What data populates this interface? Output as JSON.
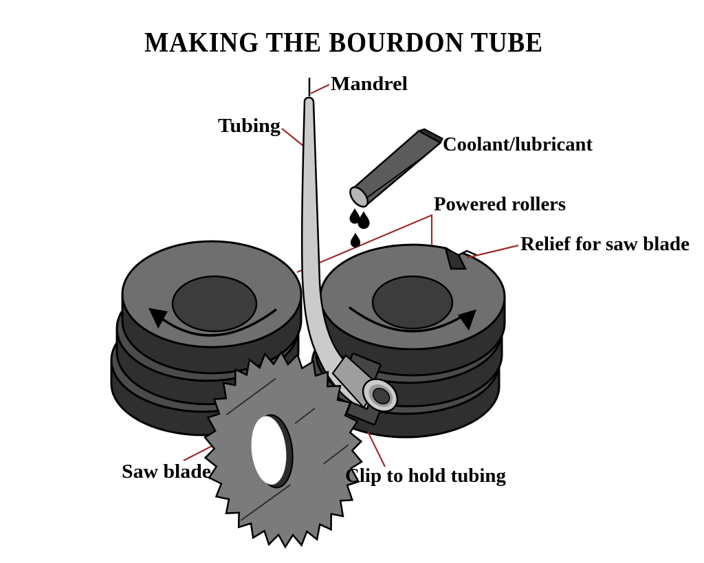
{
  "title": "MAKING THE BOURDON TUBE",
  "labels": {
    "mandrel": "Mandrel",
    "tubing": "Tubing",
    "coolant_lubricant": "Coolant/lubricant",
    "powered_rollers": "Powered rollers",
    "relief_for_saw_blade": "Relief for saw blade",
    "saw_blade": "Saw blade",
    "clip_to_hold_tubing": "Clip to hold tubing"
  },
  "colors": {
    "background": "#ffffff",
    "title": "#1c1c78",
    "label_text": "#000000",
    "leader_line": "#9e2b2b",
    "roller_face": "#6f6f6f",
    "roller_hub": "#3c3c3c",
    "roller_side": "#2f2f2f",
    "roller_sliver": "#4b4b4b",
    "tubing": "#cbcbcb",
    "clip_saddle": "#9e9e9e",
    "clip_tab": "#454545",
    "nozzle_body": "#5b5b5b",
    "nozzle_opening": "#b6b6b6",
    "nozzle_cut": "#2c2c2c",
    "saw_blade": "#7b7b7b",
    "saw_hole_rim": "#2d2d2d",
    "coolant_drops": "#000000",
    "notch_face": "#2e2e2e",
    "outline": "#000000"
  }
}
